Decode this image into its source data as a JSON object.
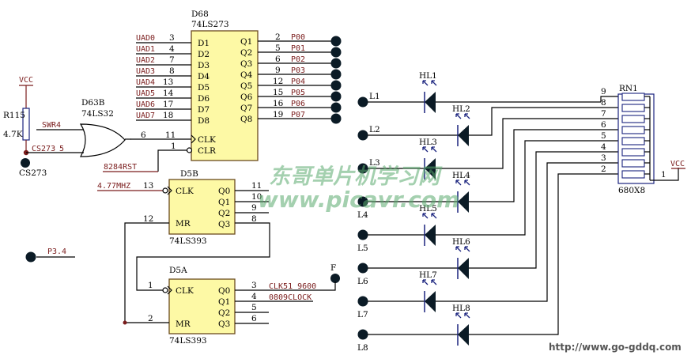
{
  "d68": {
    "ref": "D68",
    "part": "74LS273",
    "inputs": [
      {
        "net": "UAD0",
        "pin": "3",
        "name": "D1"
      },
      {
        "net": "UAD1",
        "pin": "4",
        "name": "D2"
      },
      {
        "net": "UAD2",
        "pin": "7",
        "name": "D3"
      },
      {
        "net": "UAD3",
        "pin": "8",
        "name": "D4"
      },
      {
        "net": "UAD4",
        "pin": "13",
        "name": "D5"
      },
      {
        "net": "UAD5",
        "pin": "14",
        "name": "D6"
      },
      {
        "net": "UAD6",
        "pin": "17",
        "name": "D7"
      },
      {
        "net": "UAD7",
        "pin": "18",
        "name": "D8"
      }
    ],
    "outputs": [
      {
        "net": "P00",
        "pin": "2",
        "name": "Q1"
      },
      {
        "net": "P01",
        "pin": "5",
        "name": "Q2"
      },
      {
        "net": "P02",
        "pin": "6",
        "name": "Q3"
      },
      {
        "net": "P03",
        "pin": "9",
        "name": "Q4"
      },
      {
        "net": "P04",
        "pin": "12",
        "name": "Q5"
      },
      {
        "net": "P05",
        "pin": "15",
        "name": "Q6"
      },
      {
        "net": "P06",
        "pin": "16",
        "name": "Q7"
      },
      {
        "net": "P07",
        "pin": "19",
        "name": "Q8"
      }
    ],
    "clk": {
      "name": "CLK",
      "pin": "11"
    },
    "clr": {
      "name": "CLR",
      "pin": "1",
      "net": "8284RST"
    }
  },
  "gate": {
    "ref": "D63B",
    "part": "74LS32",
    "in1": "SWR4",
    "in2": "CS273",
    "in2_pin": "5",
    "out_pin": "6"
  },
  "resistor": {
    "ref": "R115",
    "value": "4.7K",
    "supply": "VCC",
    "net": "CS273"
  },
  "d5b": {
    "ref": "D5B",
    "part": "74LS393",
    "clk_net": "4.77MHZ",
    "clk_pin": "13",
    "clk": "CLK",
    "mr": "MR",
    "mr_pin": "12",
    "outputs": [
      {
        "name": "Q0",
        "pin": "11"
      },
      {
        "name": "Q1",
        "pin": "10"
      },
      {
        "name": "Q2",
        "pin": "9"
      },
      {
        "name": "Q3",
        "pin": "8"
      }
    ]
  },
  "d5a": {
    "ref": "D5A",
    "part": "74LS393",
    "clk": "CLK",
    "clk_pin": "1",
    "mr": "MR",
    "mr_pin": "2",
    "outputs": [
      {
        "name": "Q0",
        "pin": "3",
        "net": "CLK51  9600"
      },
      {
        "name": "Q1",
        "pin": "4",
        "net": "0809CLOCK"
      },
      {
        "name": "Q2",
        "pin": "5",
        "net": ""
      },
      {
        "name": "Q3",
        "pin": "6",
        "net": ""
      }
    ],
    "connector": "F"
  },
  "p34": {
    "net": "P3.4"
  },
  "leds": [
    {
      "ref": "HL1",
      "terminal": "L1",
      "rn_pin": "9"
    },
    {
      "ref": "HL2",
      "terminal": "L2",
      "rn_pin": "8"
    },
    {
      "ref": "HL3",
      "terminal": "L3",
      "rn_pin": "7"
    },
    {
      "ref": "HL4",
      "terminal": "L4",
      "rn_pin": "6"
    },
    {
      "ref": "HL5",
      "terminal": "L5",
      "rn_pin": "5"
    },
    {
      "ref": "HL6",
      "terminal": "L6",
      "rn_pin": "4"
    },
    {
      "ref": "HL7",
      "terminal": "L7",
      "rn_pin": "3"
    },
    {
      "ref": "HL8",
      "terminal": "L8",
      "rn_pin": "2"
    }
  ],
  "rn1": {
    "ref": "RN1",
    "value": "680X8",
    "common_pin": "1",
    "supply": "VCC"
  },
  "watermark": {
    "line1": "东哥单片机学习网",
    "line2": "www.picavr.com"
  },
  "footer_url": "http://www.go-gddq.com"
}
